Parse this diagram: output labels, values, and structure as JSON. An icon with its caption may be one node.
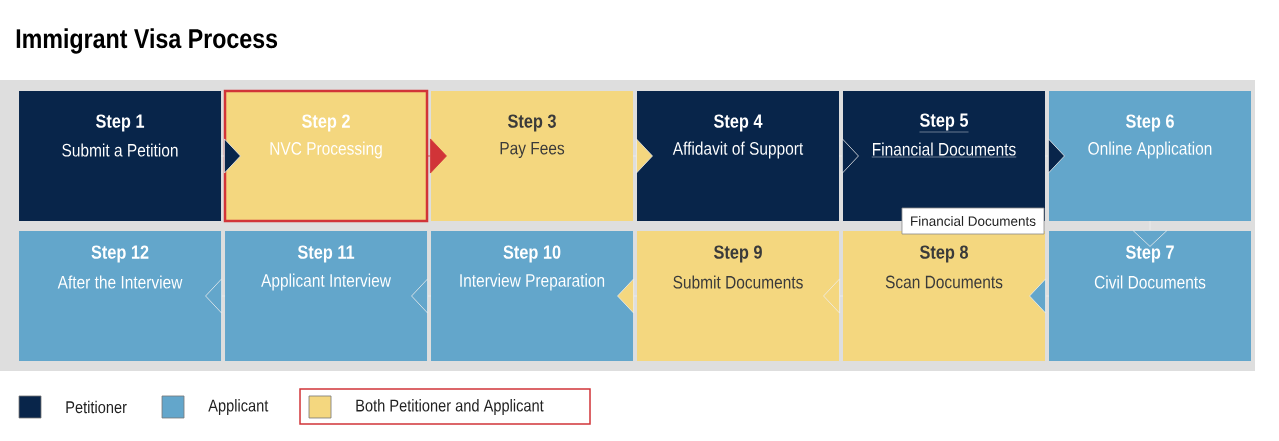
{
  "diagram": {
    "title": "Immigrant Visa Process",
    "nodes": [
      {
        "text": [
          "Step 1",
          "Submit a Petition"
        ]
      },
      {
        "text": [
          "Step 2",
          "NVC Processing"
        ]
      },
      {
        "text": [
          "Step 3",
          "Pay Fees"
        ]
      },
      {
        "text": [
          "Step 4",
          "Affidavit of Support"
        ]
      },
      {
        "text": [
          "Step 5",
          "Financial Documents"
        ]
      },
      {
        "text": [
          "Step 6",
          "Online Application"
        ]
      },
      {
        "text": [
          "Step 7",
          "Civil Documents"
        ]
      },
      {
        "text": [
          "Step 8",
          "Scan Documents"
        ]
      },
      {
        "text": [
          "Step 9",
          "Submit Documents"
        ]
      },
      {
        "text": [
          "Step 10",
          "Interview Preparation"
        ]
      },
      {
        "text": [
          "Step 11",
          "Applicant Interview"
        ]
      },
      {
        "text": [
          "Step 12",
          "After the Interview"
        ]
      },
      {
        "text": [
          "Financial Documents"
        ]
      }
    ],
    "edges": [
      {
        "from": 0,
        "to": 1,
        "arrow": "to"
      },
      {
        "from": 1,
        "to": 2,
        "arrow": "to",
        "color": "#d13438"
      },
      {
        "from": 2,
        "to": 3,
        "arrow": "to"
      },
      {
        "from": 3,
        "to": 4,
        "arrow": "to"
      },
      {
        "from": 4,
        "to": 5,
        "arrow": "to"
      },
      {
        "from": 5,
        "to": 6,
        "arrow": "to"
      },
      {
        "from": 6,
        "to": 7,
        "arrow": "to"
      },
      {
        "from": 7,
        "to": 8,
        "arrow": "to"
      },
      {
        "from": 8,
        "to": 9,
        "arrow": "to"
      },
      {
        "from": 9,
        "to": 10,
        "arrow": "to"
      },
      {
        "from": 10,
        "to": 11,
        "arrow": "to"
      }
    ],
    "legend": [
      {
        "text": "Petitioner",
        "color": "#08254a"
      },
      {
        "text": "Applicant",
        "color": "#63a6cb"
      },
      {
        "text": "Both Petitioner and Applicant",
        "color": "#f4d77f"
      }
    ]
  }
}
